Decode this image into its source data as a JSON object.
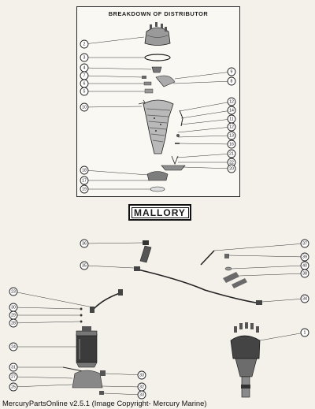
{
  "panel": {
    "title": "BREAKDOWN OF DISTRIBUTOR"
  },
  "brand": {
    "label": "MALLORY"
  },
  "footer": {
    "text": "MercuryPartsOnline v2.5.1 (Image Copyright- Mercury Marine)"
  },
  "upper_callouts": [
    "2",
    "3",
    "4",
    "7",
    "6",
    "5",
    "9",
    "8",
    "10",
    "12",
    "14",
    "11",
    "12",
    "13",
    "16",
    "21",
    "22",
    "20",
    "18",
    "17",
    "19"
  ],
  "lower_callouts": [
    "36",
    "37",
    "35",
    "39",
    "40",
    "38",
    "23",
    "34",
    "30",
    "29",
    "28",
    "24",
    "1",
    "31",
    "27",
    "25",
    "33",
    "32",
    "33"
  ],
  "icons": {
    "distributor_cap": "distributor-cap-icon",
    "coil": "ignition-coil-icon",
    "distributor_assembly": "distributor-assembly-icon"
  },
  "colors": {
    "line": "#222222",
    "paper": "#f4f1ea"
  }
}
